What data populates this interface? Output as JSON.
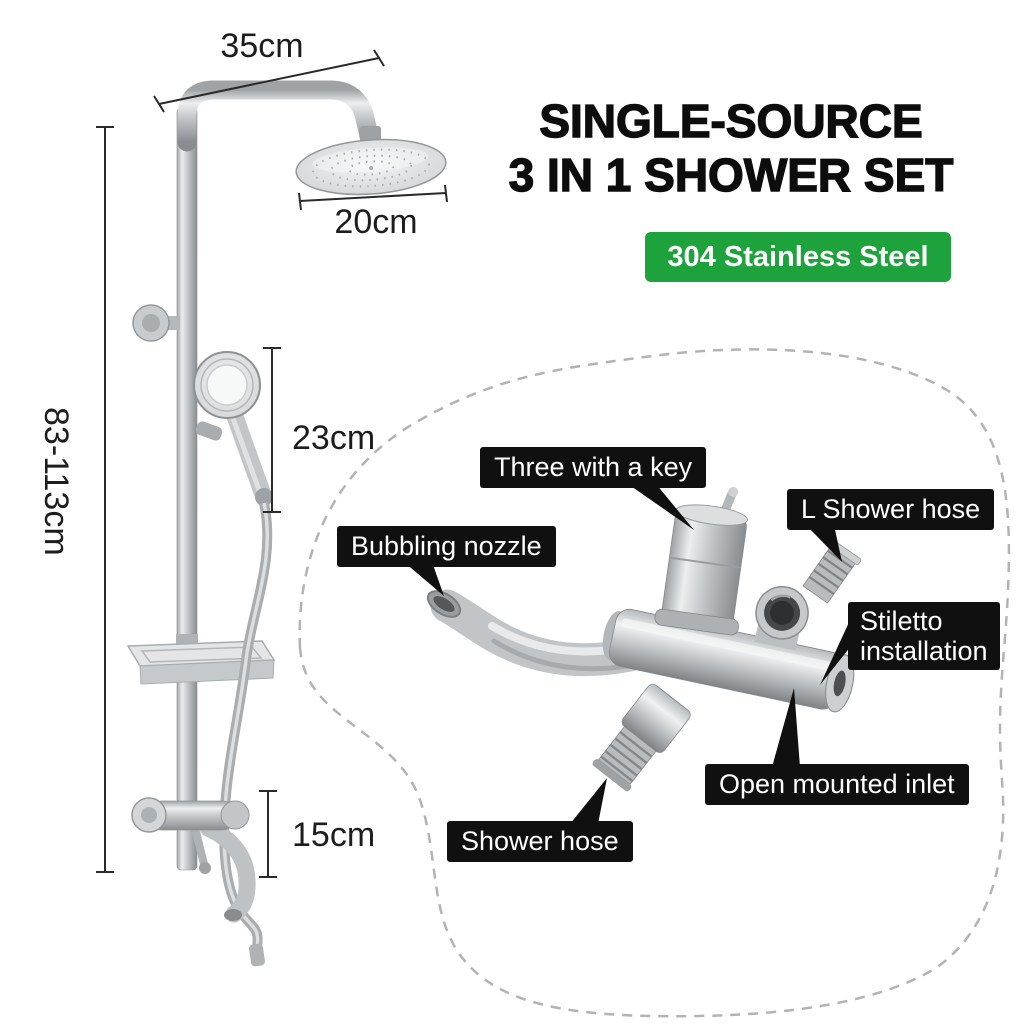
{
  "header": {
    "title_line1": "SINGLE-SOURCE",
    "title_line2": "3 IN 1 SHOWER SET",
    "badge": "304 Stainless Steel"
  },
  "dimensions": {
    "arm_width": "35cm",
    "head_diameter": "20cm",
    "hand_shower_length": "23cm",
    "pole_height": "83-113cm",
    "spout_length": "15cm"
  },
  "callouts": {
    "three_with_key": "Three with a key",
    "l_shower_hose": "L Shower hose",
    "bubbling_nozzle": "Bubbling nozzle",
    "stiletto_line1": "Stiletto",
    "stiletto_line2": "installation",
    "open_mounted_inlet": "Open mounted inlet",
    "shower_hose": "Shower hose"
  },
  "colors": {
    "badge_bg": "#1ea33c",
    "badge_text": "#ffffff",
    "callout_bg": "#101010",
    "callout_text": "#ffffff",
    "title_text": "#0d0d0d",
    "dimension_text": "#1d1d1d",
    "steel_light": "#eceeef",
    "steel_dark": "#898d90"
  }
}
